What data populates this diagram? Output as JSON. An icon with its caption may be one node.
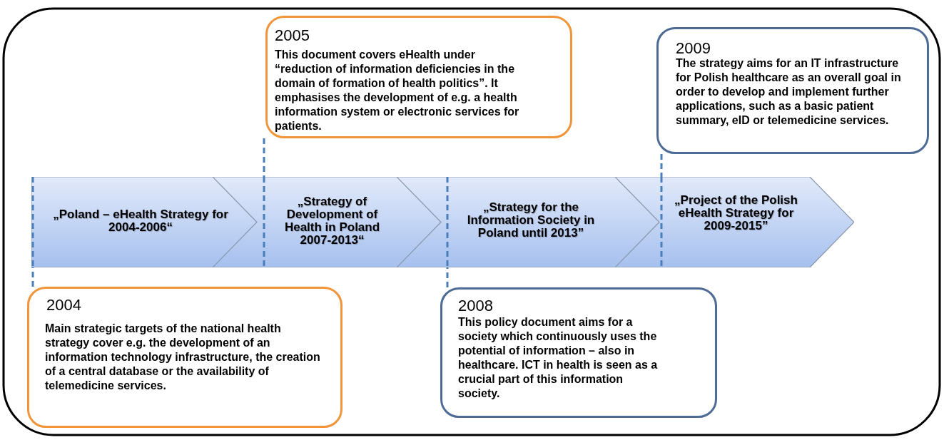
{
  "diagram": {
    "nodes": [
      {
        "text": [
          "2005",
          "This document covers eHealth under “reduction of information deficiencies in the domain of formation of health politics”. It emphasises the development of e.g. a health information system or electronic services for patients."
        ]
      },
      {
        "text": [
          "2009",
          "The strategy aims for an IT infrastructure for Polish healthcare as an overall goal in order to develop and implement further applications, such as a basic patient summary, eID or telemedicine services."
        ]
      },
      {
        "text": [
          "„Poland – eHealth Strategy for 2004-2006“"
        ]
      },
      {
        "text": [
          "„Strategy of Development of Health in Poland 2007-2013“"
        ]
      },
      {
        "text": [
          "„Strategy for the Information Society in Poland until 2013”"
        ]
      },
      {
        "text": [
          "„Project of the Polish eHealth Strategy for 2009-2015”"
        ]
      },
      {
        "text": [
          "2004",
          "Main strategic targets of the national health strategy cover e.g. the development of an information technology infrastructure, the creation of a central database or the availability of telemedicine services."
        ]
      },
      {
        "text": [
          "2008",
          "This policy document aims for a society which continuously uses the potential of information – also in healthcare. ICT in health is seen as a crucial part of this information society."
        ]
      }
    ],
    "edges": [
      {
        "from": 0,
        "to": 3,
        "arrow": "none",
        "style": "dashed"
      },
      {
        "from": 1,
        "to": 5,
        "arrow": "none",
        "style": "dashed"
      },
      {
        "from": 6,
        "to": 2,
        "arrow": "none",
        "style": "dashed"
      },
      {
        "from": 7,
        "to": 4,
        "arrow": "none",
        "style": "dashed"
      }
    ]
  }
}
